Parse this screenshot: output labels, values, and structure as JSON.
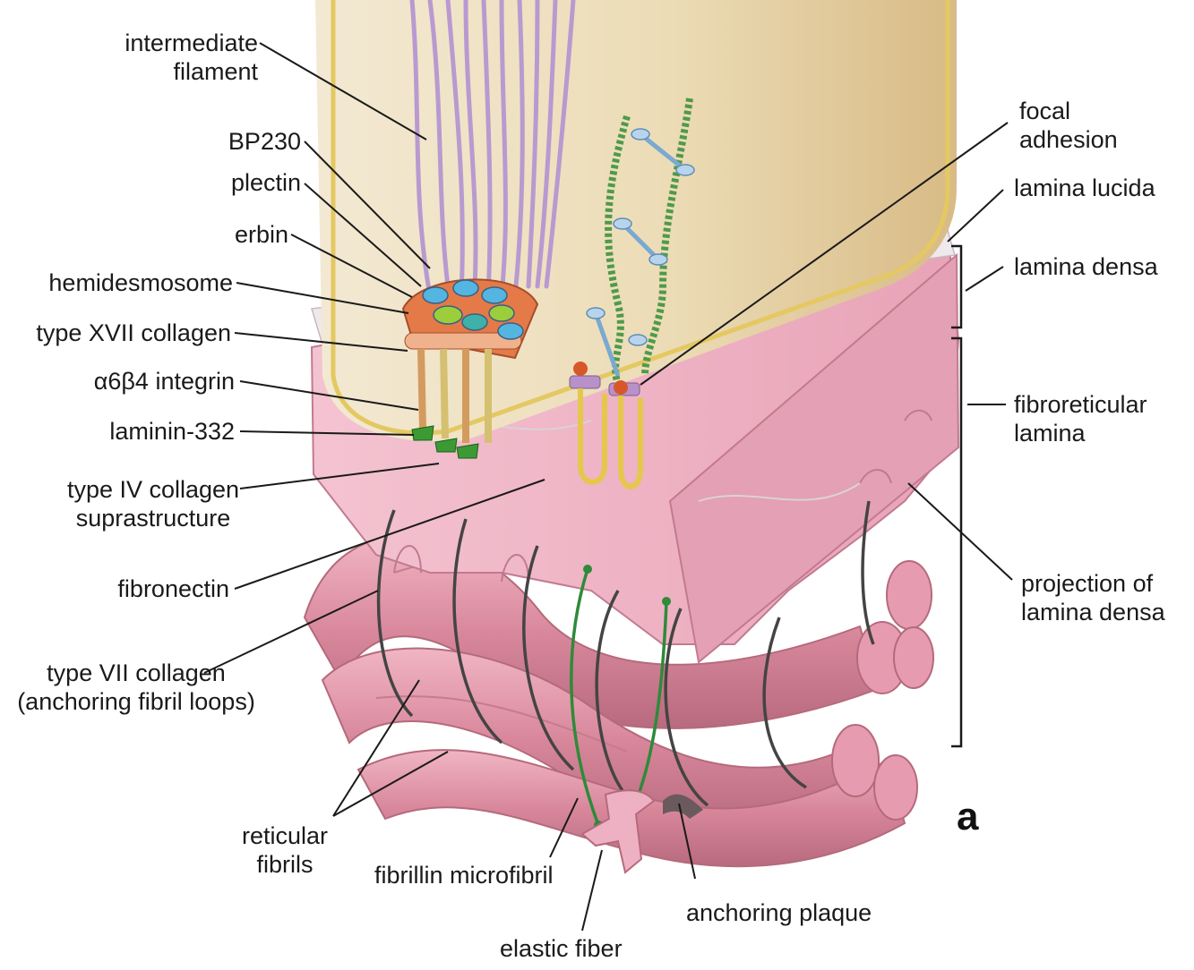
{
  "labels": {
    "intermediate_filament": [
      "intermediate",
      "filament"
    ],
    "bp230": "BP230",
    "plectin": "plectin",
    "erbin": "erbin",
    "hemidesmosome": "hemidesmosome",
    "type_xvii_collagen": "type XVII collagen",
    "a6b4_integrin": "α6β4 integrin",
    "laminin_332": "laminin-332",
    "type_iv_collagen": [
      "type IV collagen",
      "suprastructure"
    ],
    "fibronectin": "fibronectin",
    "type_vii_collagen": [
      "type VII collagen",
      "(anchoring fibril loops)"
    ],
    "reticular_fibrils": [
      "reticular",
      "fibrils"
    ],
    "fibrillin_microfibril": "fibrillin microfibril",
    "elastic_fiber": "elastic fiber",
    "anchoring_plaque": "anchoring plaque",
    "focal_adhesion": [
      "focal",
      "adhesion"
    ],
    "lamina_lucida": "lamina lucida",
    "lamina_densa": "lamina densa",
    "fibroreticular_lamina": [
      "fibroreticular",
      "lamina"
    ],
    "projection_of_lamina_densa": [
      "projection of",
      "lamina densa"
    ]
  },
  "panel_letter": "a",
  "colors": {
    "cell": "#e8d2a8",
    "cell_border": "#e0c35a",
    "lamina_lucida": "#ece6ea",
    "lamina_densa": "#eeb6c8",
    "fibrils": "#d98a9c",
    "filaments": "#b89ad0",
    "anchoring_fibrils": "#444444",
    "microfibril": "#2f8a3a"
  }
}
